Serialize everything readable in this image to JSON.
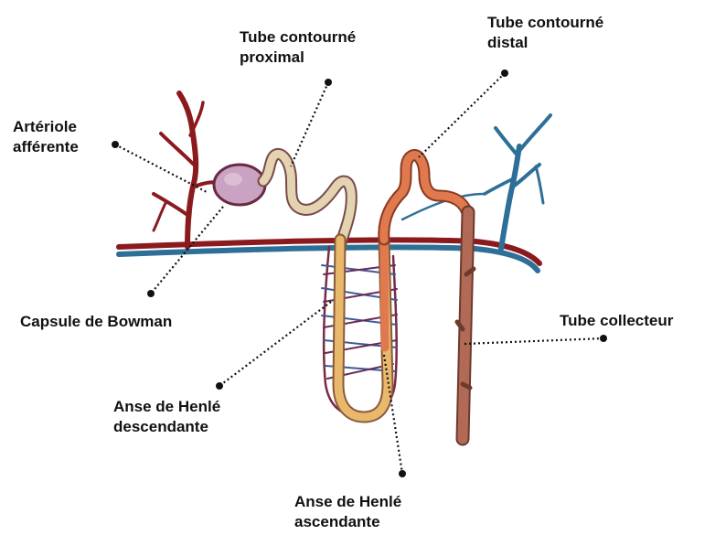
{
  "labels": {
    "tube_proximal": {
      "line1": "Tube contourné",
      "line2": "proximal"
    },
    "tube_distal": {
      "line1": "Tube contourné",
      "line2": "distal"
    },
    "arteriole": {
      "line1": "Artériole",
      "line2": "afférente"
    },
    "capsule": {
      "line1": "Capsule de Bowman"
    },
    "tube_collecteur": {
      "line1": "Tube collecteur"
    },
    "anse_descendante": {
      "line1": "Anse de Henlé",
      "line2": "descendante"
    },
    "anse_ascendante": {
      "line1": "Anse de Henlé",
      "line2": "ascendante"
    }
  },
  "colors": {
    "artery": "#8b1a1f",
    "vein": "#2e6f97",
    "capsule": "#c9a3c1",
    "proximal_tube": "#e3d3b0",
    "descending_limb": "#e8b86d",
    "ascending_limb": "#e07a4e",
    "collecting_duct": "#b06a55",
    "leader_line": "#111111"
  }
}
